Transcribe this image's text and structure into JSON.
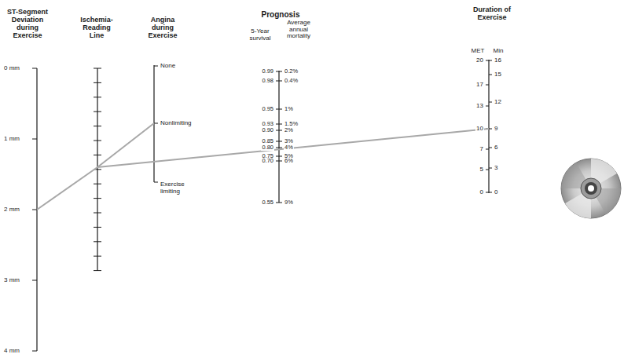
{
  "diagram": {
    "labels": [
      "ST-Segment Deviation during Exercise",
      "Ischemia-Reading Line",
      "Angina during Exercise",
      "Prognosis",
      "5-Year survival",
      "Average annual mortality",
      "Duration of Exercise",
      "MET",
      "Min",
      "0 mm",
      "1 mm",
      "2 mm",
      "3 mm",
      "4 mm",
      "None",
      "Nonlimiting",
      "Exercise limiting",
      "0.99",
      "0.98",
      "0.95",
      "0.93",
      "0.90",
      "0.85",
      "0.80",
      "0.75",
      "0.70",
      "0.55",
      "0.2%",
      "0.4%",
      "1%",
      "1.5%",
      "2%",
      "3%",
      "4%",
      "5%",
      "6%",
      "9%",
      "20",
      "17",
      "13",
      "10",
      "7",
      "5",
      "0",
      "16",
      "15",
      "12",
      "9",
      "6",
      "3",
      "0"
    ]
  }
}
